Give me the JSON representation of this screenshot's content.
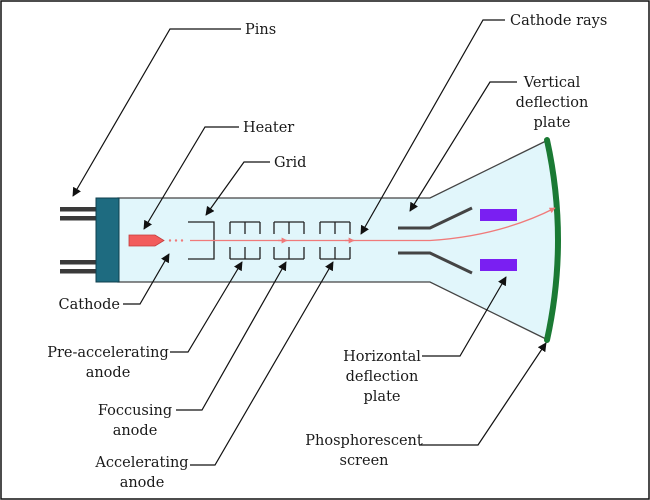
{
  "colors": {
    "tube_fill": "#e1f6fb",
    "tube_stroke": "#444444",
    "base": "#1e6b80",
    "pins": "#3a3a3a",
    "cathode": "#f25c5c",
    "beam": "#f07a7a",
    "plates": "#7a1ff2",
    "screen": "#1a7a34",
    "frame": "#111111"
  },
  "labels": {
    "pins": "Pins",
    "heater": "Heater",
    "grid": "Grid",
    "cathode": "Cathode",
    "cathode_rays": "Cathode rays",
    "vertical_line1": "Vertical",
    "vertical_line2": "deflection",
    "vertical_line3": "plate",
    "pre_line1": "Pre-accelerating",
    "pre_line2": "anode",
    "focus_line1": "Foccusing",
    "focus_line2": "anode",
    "accel_line1": "Accelerating",
    "accel_line2": "anode",
    "horiz_line1": "Horizontal",
    "horiz_line2": "deflection",
    "horiz_line3": "plate",
    "phos_line1": "Phosphorescent",
    "phos_line2": "screen"
  }
}
